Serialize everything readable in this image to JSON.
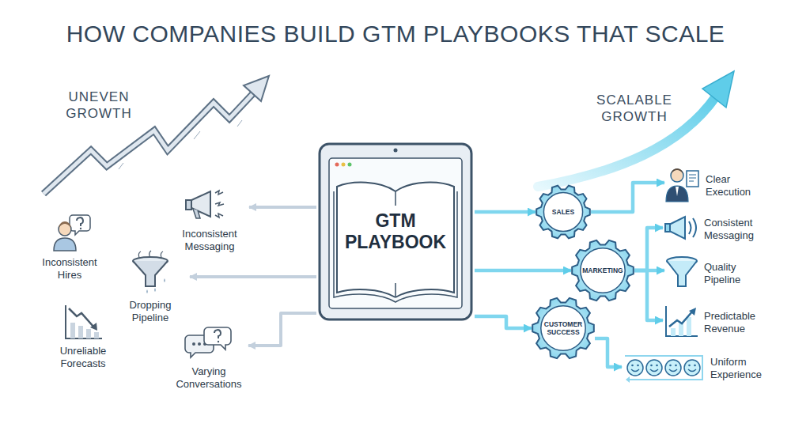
{
  "diagram": {
    "title": "HOW COMPANIES BUILD GTM PLAYBOOKS THAT SCALE",
    "nodes": [
      {
        "text": [
          "Inconsistent Hires"
        ]
      },
      {
        "text": [
          "Inconsistent Messaging"
        ]
      },
      {
        "text": [
          "Dropping Pipeline"
        ]
      },
      {
        "text": [
          "Unreliable Forecasts"
        ]
      },
      {
        "text": [
          "Varying Conversations"
        ]
      },
      {
        "text": [
          "GTM PLAYBOOK"
        ]
      },
      {
        "text": [
          "SALES"
        ]
      },
      {
        "text": [
          "MARKETING"
        ]
      },
      {
        "text": [
          "CUSTOMER SUCCESS"
        ]
      },
      {
        "text": [
          "Clear Execution"
        ]
      },
      {
        "text": [
          "Consistent Messaging"
        ]
      },
      {
        "text": [
          "Quality Pipeline"
        ]
      },
      {
        "text": [
          "Predictable Revenue"
        ]
      },
      {
        "text": [
          "Uniform Experience"
        ]
      }
    ],
    "edges": [
      {
        "from": 5,
        "to": 1,
        "arrow": "to"
      },
      {
        "from": 5,
        "to": 2,
        "arrow": "to"
      },
      {
        "from": 5,
        "to": 4,
        "arrow": "to"
      },
      {
        "from": 5,
        "to": 6,
        "arrow": "to"
      },
      {
        "from": 5,
        "to": 7,
        "arrow": "to"
      },
      {
        "from": 5,
        "to": 8,
        "arrow": "to"
      },
      {
        "from": 6,
        "to": 9,
        "arrow": "to"
      },
      {
        "from": 7,
        "to": 10,
        "arrow": "to"
      },
      {
        "from": 7,
        "to": 11,
        "arrow": "to"
      },
      {
        "from": 7,
        "to": 12,
        "arrow": "to"
      },
      {
        "from": 8,
        "to": 13,
        "arrow": "to"
      }
    ],
    "labels": [
      "UNEVEN GROWTH",
      "SCALABLE GROWTH"
    ]
  }
}
